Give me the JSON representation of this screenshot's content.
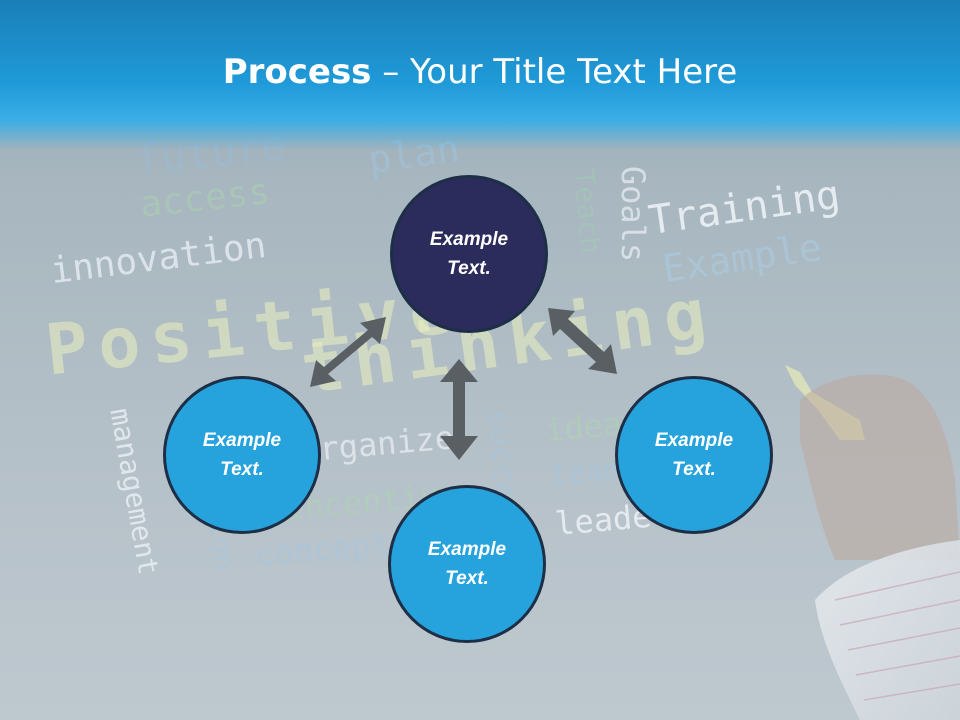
{
  "slide": {
    "title_bold": "Process",
    "title_rest": " – Your Title Text Here"
  },
  "background_words": [
    "future",
    "access",
    "plan",
    "innovation",
    "Positive",
    "thinking",
    "Training",
    "Example",
    "Goals",
    "Teach",
    "management",
    "organize",
    "incentive",
    "concept",
    "success",
    "idea",
    "team",
    "leader",
    "motivation"
  ],
  "nodes": {
    "top": "Example Text.",
    "left": "Example Text.",
    "right": "Example Text.",
    "bottom": "Example Text."
  },
  "colors": {
    "header": "#1f9ad8",
    "top_node": "#2c2c5c",
    "side_nodes": "#26a3dd",
    "arrows": "#5a5f63"
  }
}
